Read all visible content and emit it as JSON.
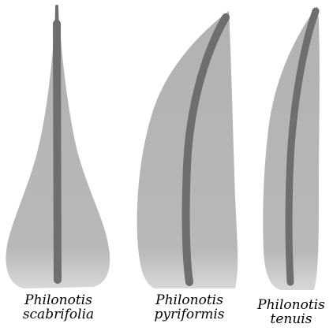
{
  "figure": {
    "colors": {
      "blade": "#b5b5b5",
      "blade_base": "#cfcfcf",
      "costa": "#6e6e6e",
      "caption": "#000000"
    },
    "leaves": [
      {
        "genus": "Philonotis",
        "epithet": "scabrifolia"
      },
      {
        "genus": "Philonotis",
        "epithet": "pyriformis"
      },
      {
        "genus": "Philonotis",
        "epithet": "tenuis"
      }
    ]
  }
}
